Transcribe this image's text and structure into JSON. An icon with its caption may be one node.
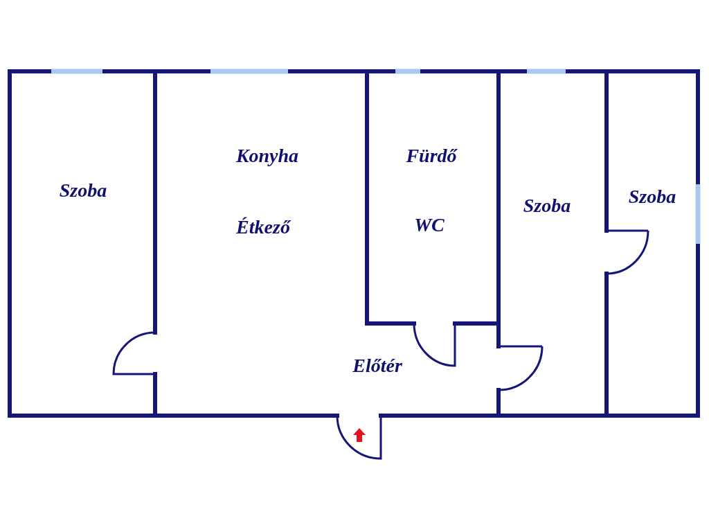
{
  "diagram": {
    "nodes": [
      {
        "text": [
          "Szoba"
        ]
      },
      {
        "text": [
          "Konyha",
          "Étkező"
        ]
      },
      {
        "text": [
          "Fürdő",
          "WC"
        ]
      },
      {
        "text": [
          "Szoba"
        ]
      },
      {
        "text": [
          "Szoba"
        ]
      },
      {
        "text": [
          "Előtér"
        ]
      }
    ]
  }
}
